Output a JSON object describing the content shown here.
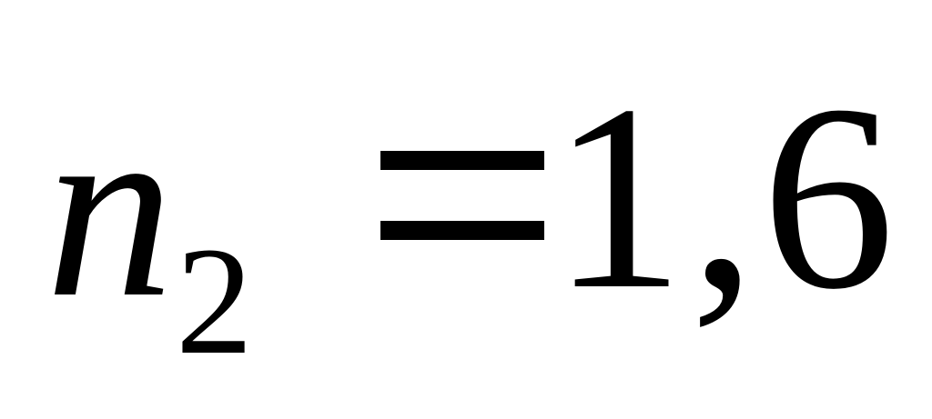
{
  "formula": {
    "variable": "n",
    "subscript": "2",
    "operator": "=",
    "value": "1,6"
  }
}
